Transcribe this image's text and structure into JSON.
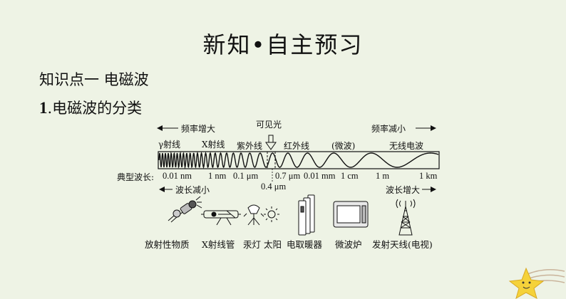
{
  "page": {
    "title": "新知•自主预习",
    "section": "知识点一  电磁波",
    "subsection_num": "1",
    "subsection_text": ".电磁波的分类"
  },
  "spectrum": {
    "freq_increase": "频率增大",
    "freq_decrease": "频率减小",
    "visible_light": "可见光",
    "bands": [
      "γ射线",
      "X射线",
      "紫外线",
      "红外线",
      "(微波)",
      "无线电波"
    ],
    "typical_wavelength_label": "典型波长:",
    "wavelengths": [
      "0.01 nm",
      "1 nm",
      "0.1 μm",
      "0.7 μm",
      "0.01 mm",
      "1 cm",
      "1 m",
      "1 km"
    ],
    "visible_extra": "0.4 μm",
    "wavelength_decrease": "波长减小",
    "wavelength_increase": "波长增大",
    "sources": [
      "放射性物质",
      "X射线管",
      "汞灯",
      "太阳",
      "电取暖器",
      "微波炉",
      "发射天线(电视)"
    ]
  },
  "colors": {
    "background": "#eef3e5",
    "line": "#111111",
    "accent_star": "#f5d23a"
  },
  "icons": [
    "left-arrow-icon",
    "right-arrow-icon",
    "down-arrow-icon",
    "radioactive-source-icon",
    "x-ray-tube-icon",
    "mercury-lamp-icon",
    "sun-icon",
    "electric-heater-icon",
    "microwave-oven-icon",
    "transmitting-antenna-icon",
    "star-decoration-icon"
  ]
}
